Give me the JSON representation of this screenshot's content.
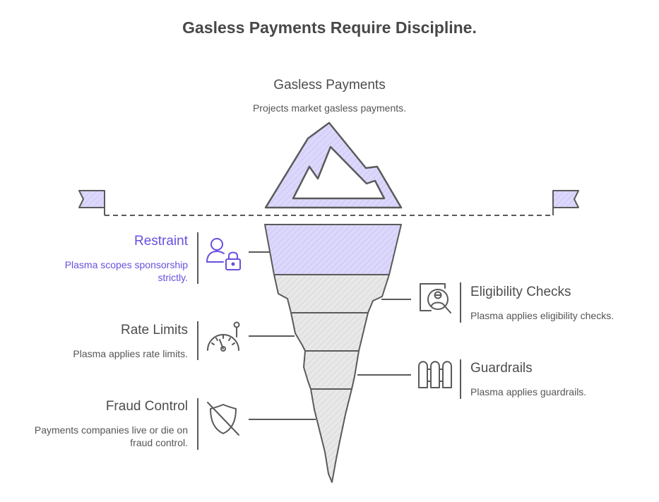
{
  "title": "Gasless Payments Require Discipline.",
  "top": {
    "heading": "Gasless Payments",
    "description": "Projects market gasless payments."
  },
  "left_items": [
    {
      "label": "Restraint",
      "description": "Plasma scopes sponsorship strictly.",
      "icon": "user-lock-icon",
      "highlighted": true
    },
    {
      "label": "Rate Limits",
      "description": "Plasma applies rate limits.",
      "icon": "gauge-icon",
      "highlighted": false
    },
    {
      "label": "Fraud Control",
      "description": "Payments companies live or die on fraud control.",
      "icon": "shield-slash-icon",
      "highlighted": false
    }
  ],
  "right_items": [
    {
      "label": "Eligibility Checks",
      "description": "Plasma applies eligibility checks.",
      "icon": "profile-search-icon"
    },
    {
      "label": "Guardrails",
      "description": "Plasma applies guardrails.",
      "icon": "fence-icon"
    }
  ],
  "colors": {
    "accent": "#6a4fe0",
    "highlight_fill": "#dcd8fb",
    "iceberg_fill": "#e6e6e6",
    "stroke": "#5a5a5a"
  }
}
